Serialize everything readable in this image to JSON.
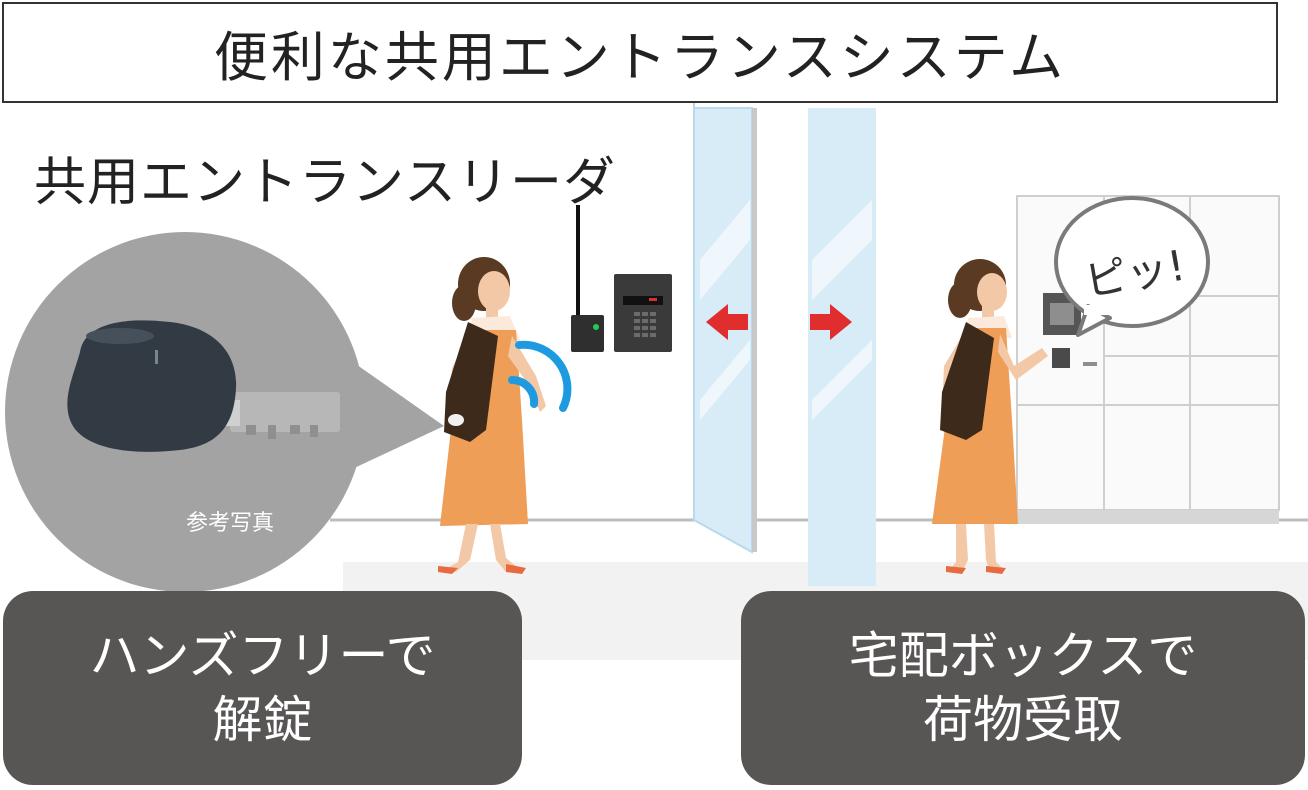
{
  "title": "便利な共用エントランスシステム",
  "reader_label": "共用エントランスリーダ",
  "photo_caption": "参考写真",
  "speech_bubble": "ピッ!",
  "box_left": {
    "line1": "ハンズフリーで",
    "line2": "解錠"
  },
  "box_right": {
    "line1": "宅配ボックスで",
    "line2": "荷物受取"
  },
  "icons": [
    "hands-free-key-icon",
    "wireless-signal-icon",
    "door-open-left-arrow-icon",
    "door-open-right-arrow-icon"
  ],
  "colors": {
    "arrow": "#e02d2d",
    "signal": "#1e9be0",
    "dress": "#ee9e56",
    "box_bg": "#585555",
    "circle_bg": "#a3a3a3",
    "glass": "#d8ecf8"
  }
}
